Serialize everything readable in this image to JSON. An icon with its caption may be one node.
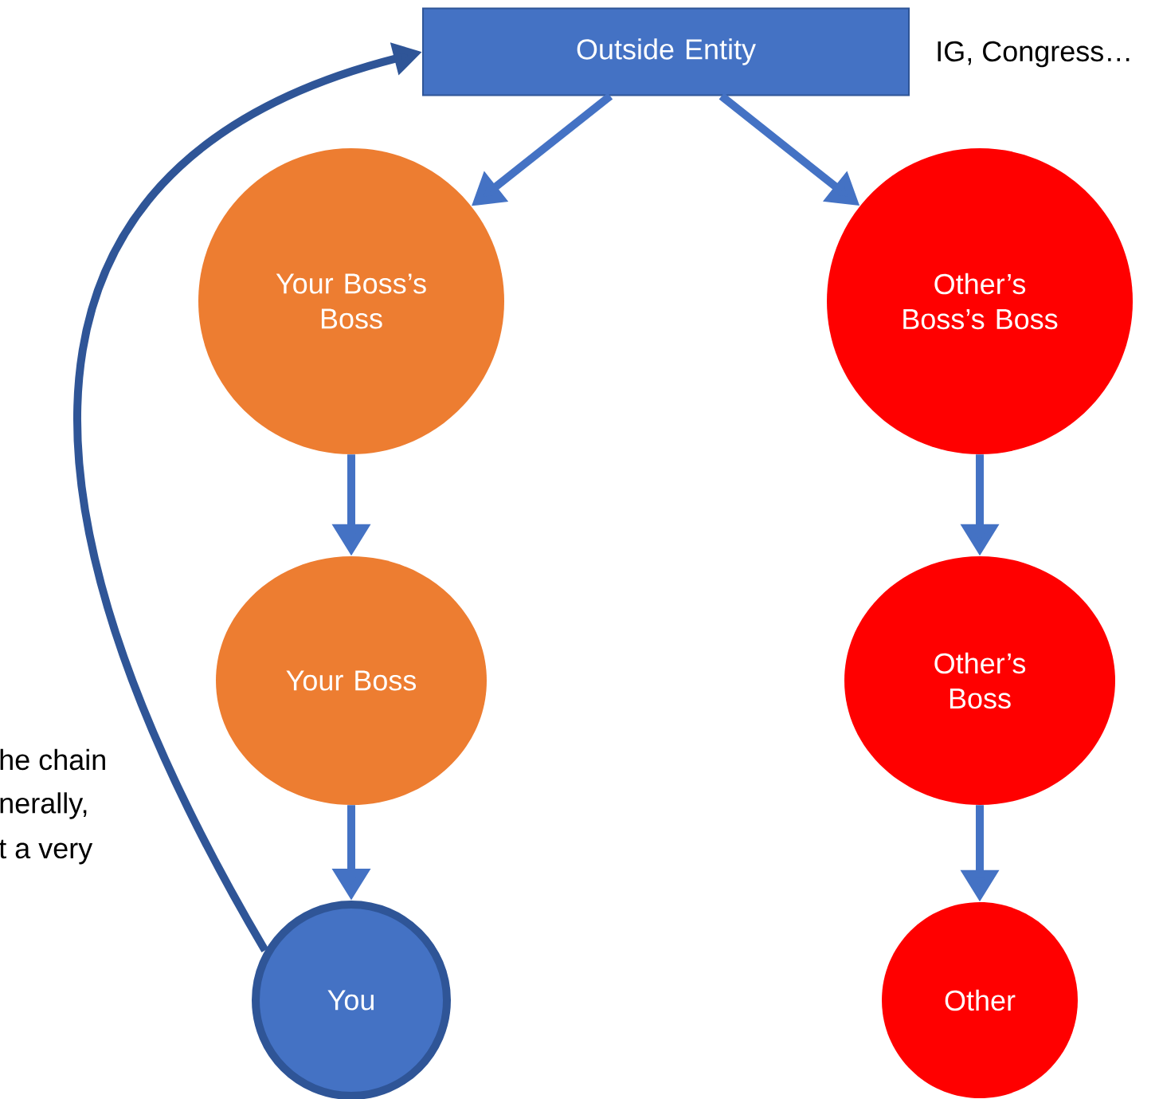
{
  "diagram": {
    "nodes": [
      {
        "text": [
          "Outside Entity"
        ],
        "beside": [
          "IG, Congress…"
        ]
      },
      {
        "text": [
          "Your Boss’s Boss"
        ]
      },
      {
        "text": [
          "Your Boss"
        ]
      },
      {
        "text": [
          "You"
        ]
      },
      {
        "text": [
          "Other’s Boss’s Boss"
        ]
      },
      {
        "text": [
          "Other’s Boss"
        ]
      },
      {
        "text": [
          "Other"
        ]
      }
    ],
    "edges": [
      {
        "from": 0,
        "to": 1,
        "arrow": "to"
      },
      {
        "from": 0,
        "to": 4,
        "arrow": "to"
      },
      {
        "from": 1,
        "to": 2,
        "arrow": "to"
      },
      {
        "from": 2,
        "to": 3,
        "arrow": "to"
      },
      {
        "from": 4,
        "to": 5,
        "arrow": "to"
      },
      {
        "from": 5,
        "to": 6,
        "arrow": "to"
      },
      {
        "from": 3,
        "to": 0,
        "arrow": "to",
        "color": "#2f5597"
      }
    ],
    "labels": [
      "he chain",
      "nerally,",
      "t a very"
    ]
  }
}
